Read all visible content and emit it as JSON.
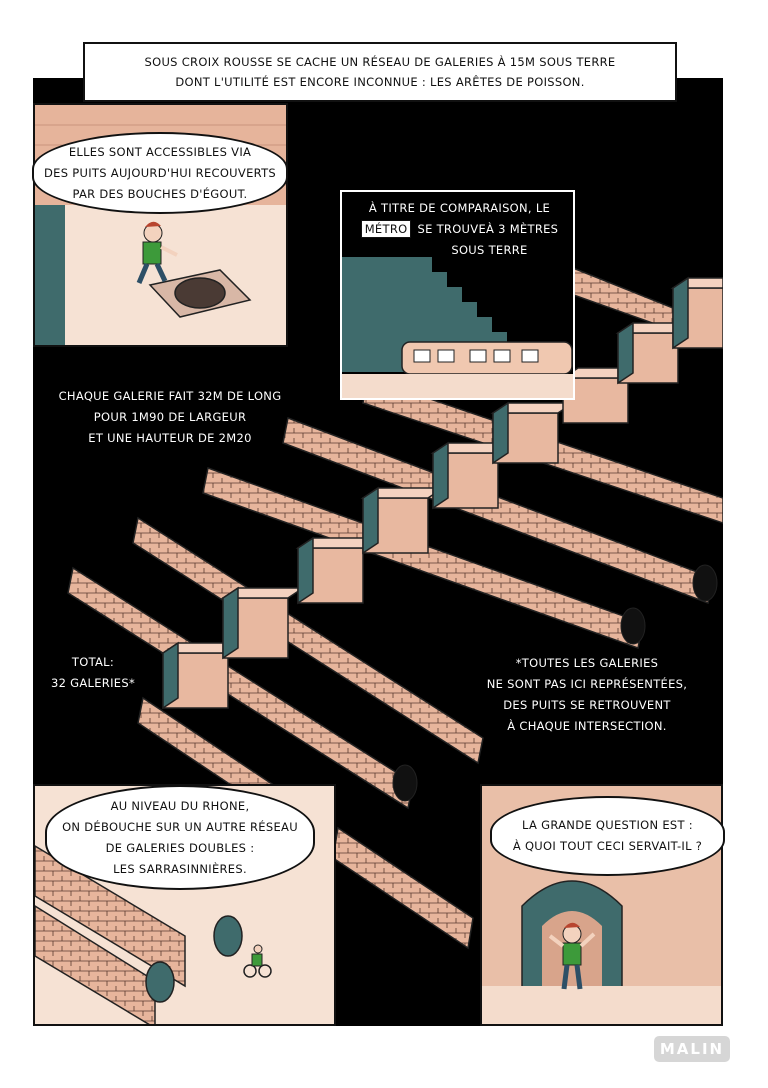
{
  "top_caption": {
    "lines": [
      "SOUS CROIX ROUSSE SE CACHE UN RÉSEAU DE GALERIES À 15M SOUS TERRE",
      "DONT L'UTILITÉ EST ENCORE INCONNUE : LES ARÊTES DE POISSON."
    ]
  },
  "panel_access": {
    "bubble_lines": [
      "ELLES SONT ACCESSIBLES VIA",
      "DES PUITS AUJOURD'HUI RECOUVERTS",
      "PAR DES BOUCHES D'ÉGOUT."
    ]
  },
  "panel_metro": {
    "line1": "À TITRE DE COMPARAISON, LE",
    "metro_sign": "MÉTRO",
    "line2": "SE TROUVEÀ 3 MÈTRES",
    "line3": "SOUS TERRE"
  },
  "dimensions_text": {
    "lines": [
      "CHAQUE GALERIE FAIT 32M DE LONG",
      "POUR 1M90 DE LARGEUR",
      "ET UNE HAUTEUR DE 2M20"
    ]
  },
  "total_text": {
    "lines": [
      "TOTAL:",
      "32 GALERIES*"
    ]
  },
  "footnote_text": {
    "lines": [
      "*TOUTES LES GALERIES",
      "NE SONT PAS ICI REPRÉSENTÉES,",
      "DES PUITS SE RETROUVENT",
      "À CHAQUE INTERSECTION."
    ]
  },
  "panel_rhone": {
    "bubble_lines": [
      "AU NIVEAU DU RHONE,",
      "ON DÉBOUCHE SUR UN AUTRE RÉSEAU",
      "DE GALERIES DOUBLES :",
      "LES SARRASINNIÈRES."
    ]
  },
  "panel_question": {
    "bubble_lines": [
      "LA GRANDE QUESTION EST :",
      "À QUOI TOUT CECI SERVAIT-IL ?"
    ]
  },
  "signature": "MALIN",
  "colors": {
    "background": "#000000",
    "tunnel_pink": "#e8b8a0",
    "tunnel_dark": "#c89078",
    "floor": "#f4dccc",
    "teal": "#3f6b6c",
    "shirt_green": "#3d9a3a"
  }
}
